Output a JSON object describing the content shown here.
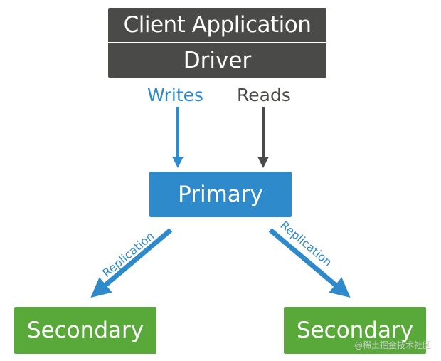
{
  "client": {
    "label": "Client Application"
  },
  "driver": {
    "label": "Driver"
  },
  "flows": {
    "writes": "Writes",
    "reads": "Reads"
  },
  "primary": {
    "label": "Primary"
  },
  "replication": {
    "left": "Replication",
    "right": "Replication"
  },
  "secondaries": [
    {
      "label": "Secondary"
    },
    {
      "label": "Secondary"
    }
  ],
  "watermark": "@稀土掘金技术社区",
  "colors": {
    "dark": "#4a4a48",
    "blue": "#2f8acb",
    "green": "#58a83a"
  }
}
